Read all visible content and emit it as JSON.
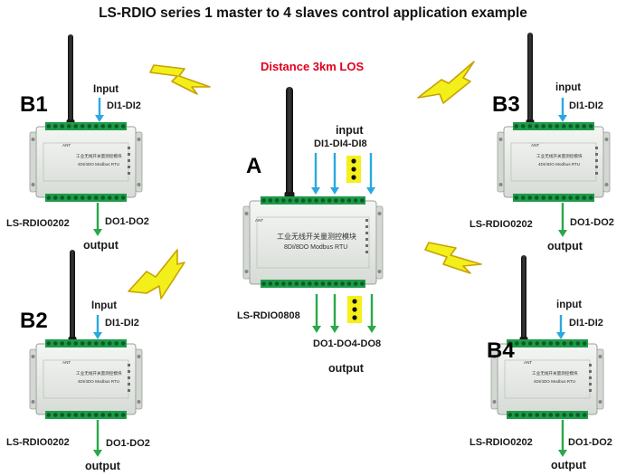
{
  "title": "LS-RDIO series 1 master to 4 slaves control application example",
  "distance": "Distance 3km LOS",
  "colors": {
    "distance": "#e3001b",
    "input_arrow": "#2aa9e0",
    "output_arrow": "#2aa84a",
    "bolt_fill": "#f2ef1a",
    "bolt_stroke": "#c9a100",
    "dots_box": "#f5ef1a",
    "terminal": "#1d9b48",
    "enclosure": "#e9ece8"
  },
  "master": {
    "letter": "A",
    "model": "LS-RDIO0808",
    "input_title": "input",
    "input_channels": "DI1-DI4-DI8",
    "output_channels": "DO1-DO4-DO8",
    "output_title": "output",
    "device": {
      "ant": "ANT",
      "chinese": "工业无线开关量测控模块",
      "spec": "8DI/8DO Modbus RTU"
    }
  },
  "slaves": [
    {
      "id": "b1",
      "letter": "B1",
      "input_title": "Input",
      "input_channels": "DI1-DI2",
      "model": "LS-RDIO0202",
      "output_channels": "DO1-DO2",
      "output_title": "output"
    },
    {
      "id": "b2",
      "letter": "B2",
      "input_title": "Input",
      "input_channels": "DI1-DI2",
      "model": "LS-RDIO0202",
      "output_channels": "DO1-DO2",
      "output_title": "output"
    },
    {
      "id": "b3",
      "letter": "B3",
      "input_title": "input",
      "input_channels": "DI1-DI2",
      "model": "LS-RDIO0202",
      "output_channels": "DO1-DO2",
      "output_title": "output"
    },
    {
      "id": "b4",
      "letter": "B4",
      "input_title": "input",
      "input_channels": "DI1-DI2",
      "model": "LS-RDIO0202",
      "output_channels": "DO1-DO2",
      "output_title": "output"
    }
  ],
  "slave_device": {
    "ant": "ANT",
    "chinese": "工业无线开关量测控模块",
    "spec": "4DI/4DO Modbus RTU"
  }
}
